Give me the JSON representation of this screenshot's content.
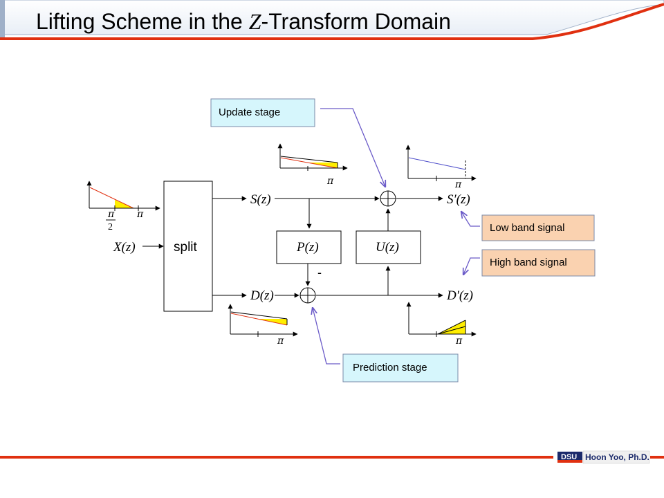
{
  "slide": {
    "title_part1": "Lifting Scheme in the ",
    "title_z": "Z",
    "title_part2": "-Transform Domain",
    "author": "Hoon Yoo,  Ph.D.",
    "logo_text": "DSU",
    "colors": {
      "accent_red": "#e03010",
      "callout_blue": "#d6f6fc",
      "callout_orange": "#fad2b0",
      "highlight_yellow": "#ffee00",
      "leader_line": "#6a5ac8"
    }
  },
  "diagram": {
    "input_label": "X(z)",
    "split_label": "split",
    "s_label": "S(z)",
    "d_label": "D(z)",
    "s_prime_label": "S′(z)",
    "d_prime_label": "D′(z)",
    "p_label": "P(z)",
    "u_label": "U(z)",
    "minus_sign": "-",
    "pi_symbol": "π",
    "pi_half_num": "π",
    "pi_half_den": "2"
  },
  "callouts": {
    "update": "Update stage",
    "prediction": "Prediction stage",
    "low_band": "Low band signal",
    "high_band": "High band signal"
  }
}
